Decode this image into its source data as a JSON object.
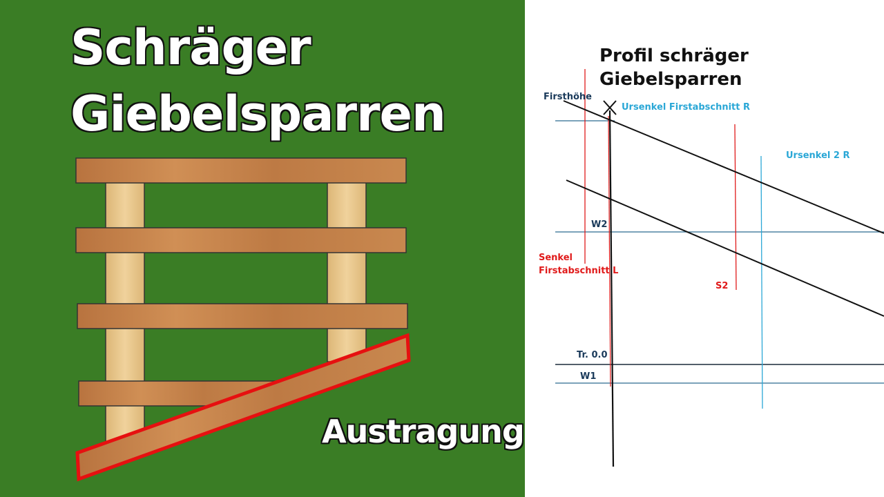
{
  "left_panel": {
    "title_line1": "Schräger",
    "title_line2": "Giebelsparren",
    "caption": "Austragung",
    "background_color": "#3a7d25",
    "wood_color": "#c8804a",
    "post_color": "#e6c488",
    "highlight_color": "#e61010"
  },
  "right_panel": {
    "title_line1": "Profil schräger",
    "title_line2": "Giebelsparren",
    "labels": {
      "firsthoehe": "Firsthöhe",
      "ursenkel_first_r": "Ursenkel Firstabschnitt R",
      "ursenkel_2r": "Ursenkel 2 R",
      "w2": "W2",
      "senkel_line1": "Senkel",
      "senkel_line2": "Firstabschnitt L",
      "s2": "S2",
      "tr00": "Tr. 0.0",
      "w1": "W1"
    },
    "colors": {
      "dark": "#1a3a5a",
      "cyan": "#2aa7d6",
      "red": "#e01a1a",
      "black": "#111111"
    }
  }
}
